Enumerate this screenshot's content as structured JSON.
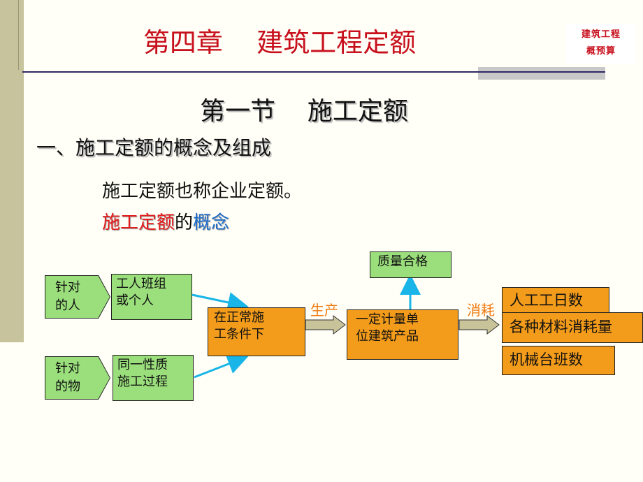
{
  "header": {
    "title": "第四章    建筑工程定额",
    "logo_line1": "建筑工程",
    "logo_line2": "概预算"
  },
  "content": {
    "section_title": "第一节    施工定额",
    "sub_heading": "一、施工定额的概念及组成",
    "line1": "施工定额也称企业定额。",
    "line2_red": "施工定额",
    "line2_mid": "的",
    "line2_blue": "概念"
  },
  "diagram": {
    "left_tag_person": "针对\n的人",
    "left_tag_object": "针对\n的物",
    "box_workers": "工人班组\n或个人",
    "box_process": "同一性质\n施工过程",
    "box_conditions": "在正常施\n工条件下",
    "box_product": "一定计量单\n位建筑产品",
    "box_quality": "质量合格",
    "label_produce": "生产",
    "label_consume": "消耗",
    "out_labor": "人工工日数",
    "out_material": "各种材料消耗量",
    "out_machine": "机械台班数",
    "colors": {
      "green": "#9bdf7c",
      "orange": "#f39b1a",
      "arrow": "#19b5e8",
      "title_red": "#c8101d"
    }
  }
}
